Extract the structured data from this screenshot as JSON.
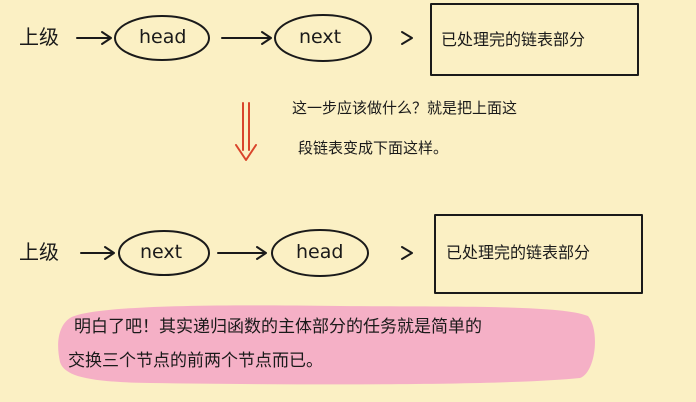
{
  "rows": [
    {
      "upper_label": "上级",
      "first_node": "head",
      "second_node": "next",
      "processed_part": "已处理完的链表部分"
    },
    {
      "upper_label": "上级",
      "first_node": "next",
      "second_node": "head",
      "processed_part": "已处理完的链表部分"
    }
  ],
  "explanation": {
    "line1": "这一步应该做什么？就是把上面这",
    "line2": "段链表变成下面这样。"
  },
  "summary": {
    "line1": "明白了吧！其实递归函数的主体部分的任务就是简单的",
    "line2": "交换三个节点的前两个节点而已。"
  },
  "colors": {
    "background": "#fbf0c4",
    "ink": "#1a1a1a",
    "down_arrow": "#d9452b",
    "highlight": "#f4a9c6"
  }
}
